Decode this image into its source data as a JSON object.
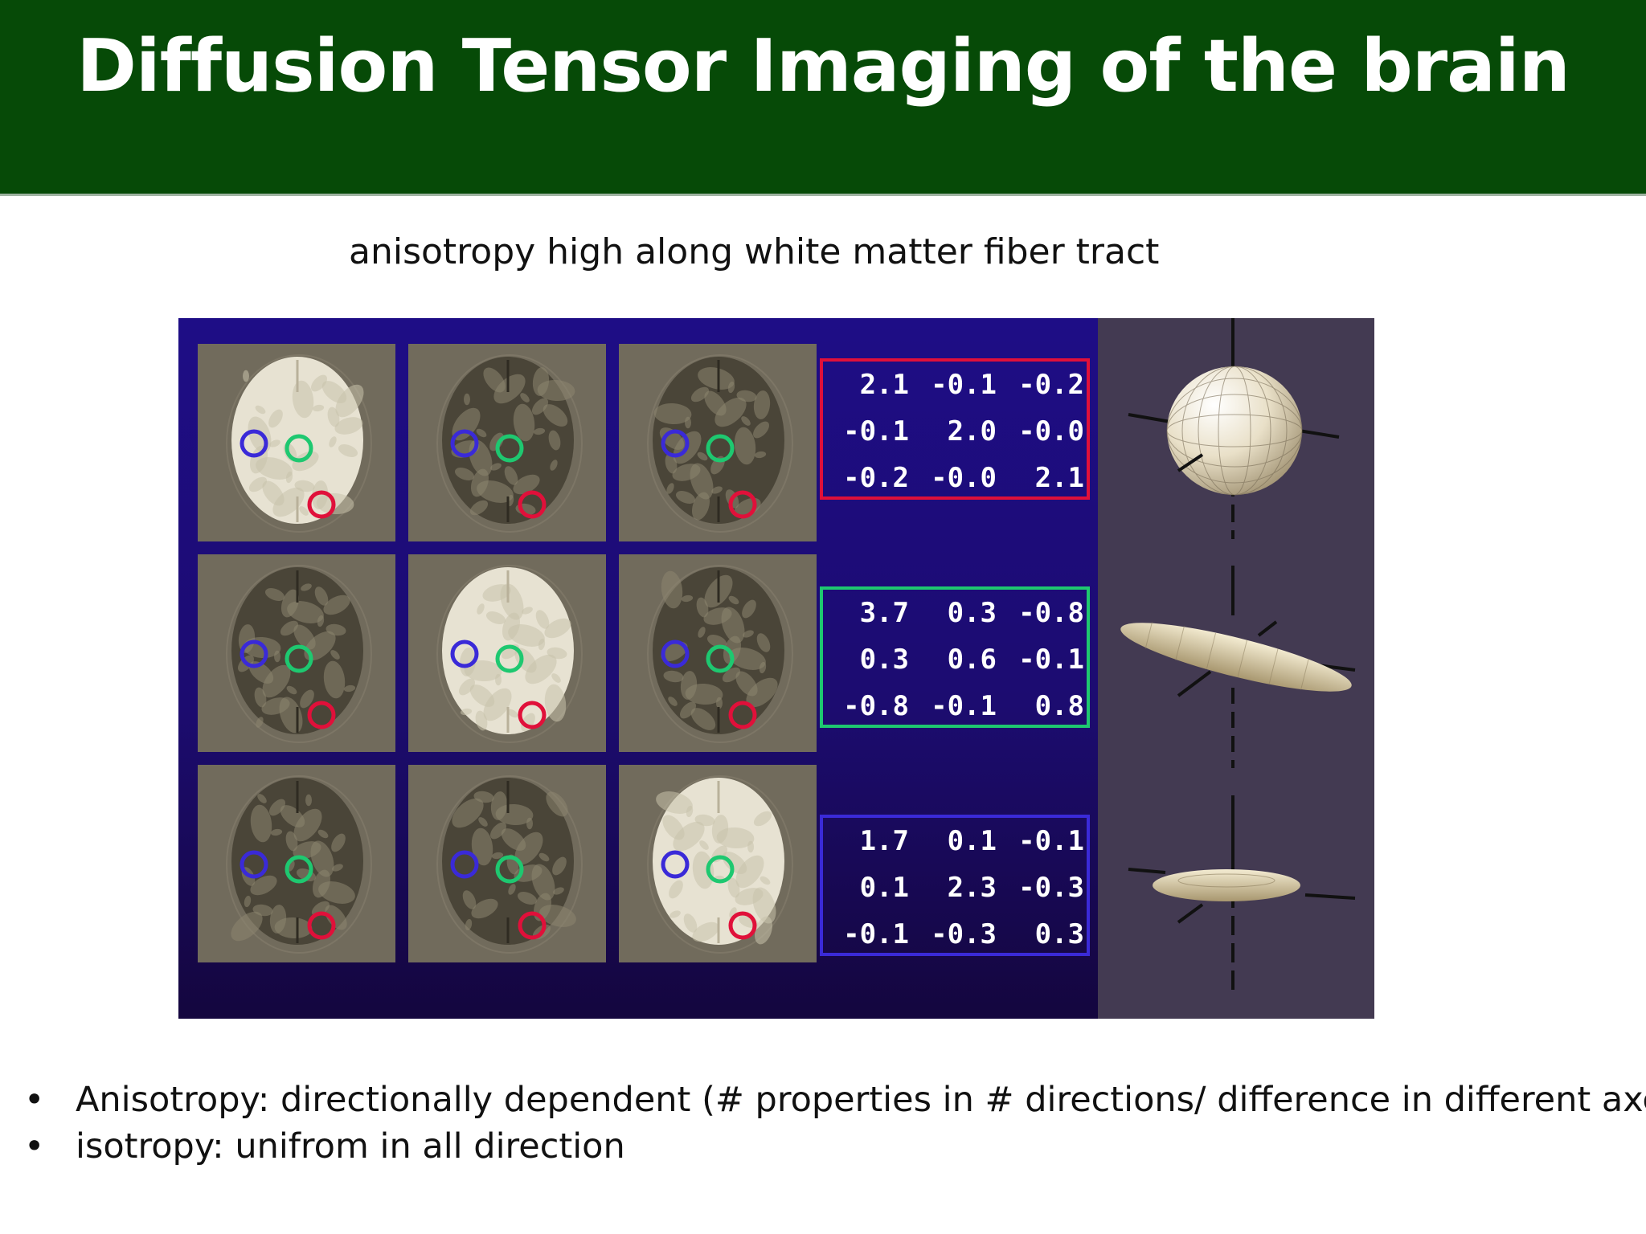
{
  "title": "Diffusion Tensor Imaging of the brain",
  "subtitle": "anisotropy high along white matter fiber tract",
  "figure": {
    "roi_colors": {
      "red": "#e0103a",
      "green": "#1ec870",
      "blue": "#3a2ad8"
    },
    "tiles": [
      {
        "row": 1,
        "col": 1,
        "style": "bright"
      },
      {
        "row": 1,
        "col": 2,
        "style": "dark"
      },
      {
        "row": 1,
        "col": 3,
        "style": "dark"
      },
      {
        "row": 2,
        "col": 1,
        "style": "dark"
      },
      {
        "row": 2,
        "col": 2,
        "style": "bright"
      },
      {
        "row": 2,
        "col": 3,
        "style": "dark"
      },
      {
        "row": 3,
        "col": 1,
        "style": "dark"
      },
      {
        "row": 3,
        "col": 2,
        "style": "dark"
      },
      {
        "row": 3,
        "col": 3,
        "style": "bright"
      }
    ],
    "matrices": [
      {
        "border": "#e0103a",
        "rows": [
          [
            "2.1",
            "-0.1",
            "-0.2"
          ],
          [
            "-0.1",
            "2.0",
            "-0.0"
          ],
          [
            "-0.2",
            "-0.0",
            "2.1"
          ]
        ]
      },
      {
        "border": "#1ec870",
        "rows": [
          [
            "3.7",
            "0.3",
            "-0.8"
          ],
          [
            "0.3",
            "0.6",
            "-0.1"
          ],
          [
            "-0.8",
            "-0.1",
            "0.8"
          ]
        ]
      },
      {
        "border": "#3a2ad8",
        "rows": [
          [
            "1.7",
            "0.1",
            "-0.1"
          ],
          [
            "0.1",
            "2.3",
            "-0.3"
          ],
          [
            "-0.1",
            "-0.3",
            "0.3"
          ]
        ]
      }
    ],
    "ellipsoids": [
      "sphere",
      "elongated",
      "disc"
    ]
  },
  "bullets": [
    {
      "marker": "•",
      "text": "Anisotropy: directionally dependent (# properties in # directions/ difference in different axes."
    },
    {
      "marker": "•",
      "text": "isotropy: unifrom in all direction"
    }
  ]
}
